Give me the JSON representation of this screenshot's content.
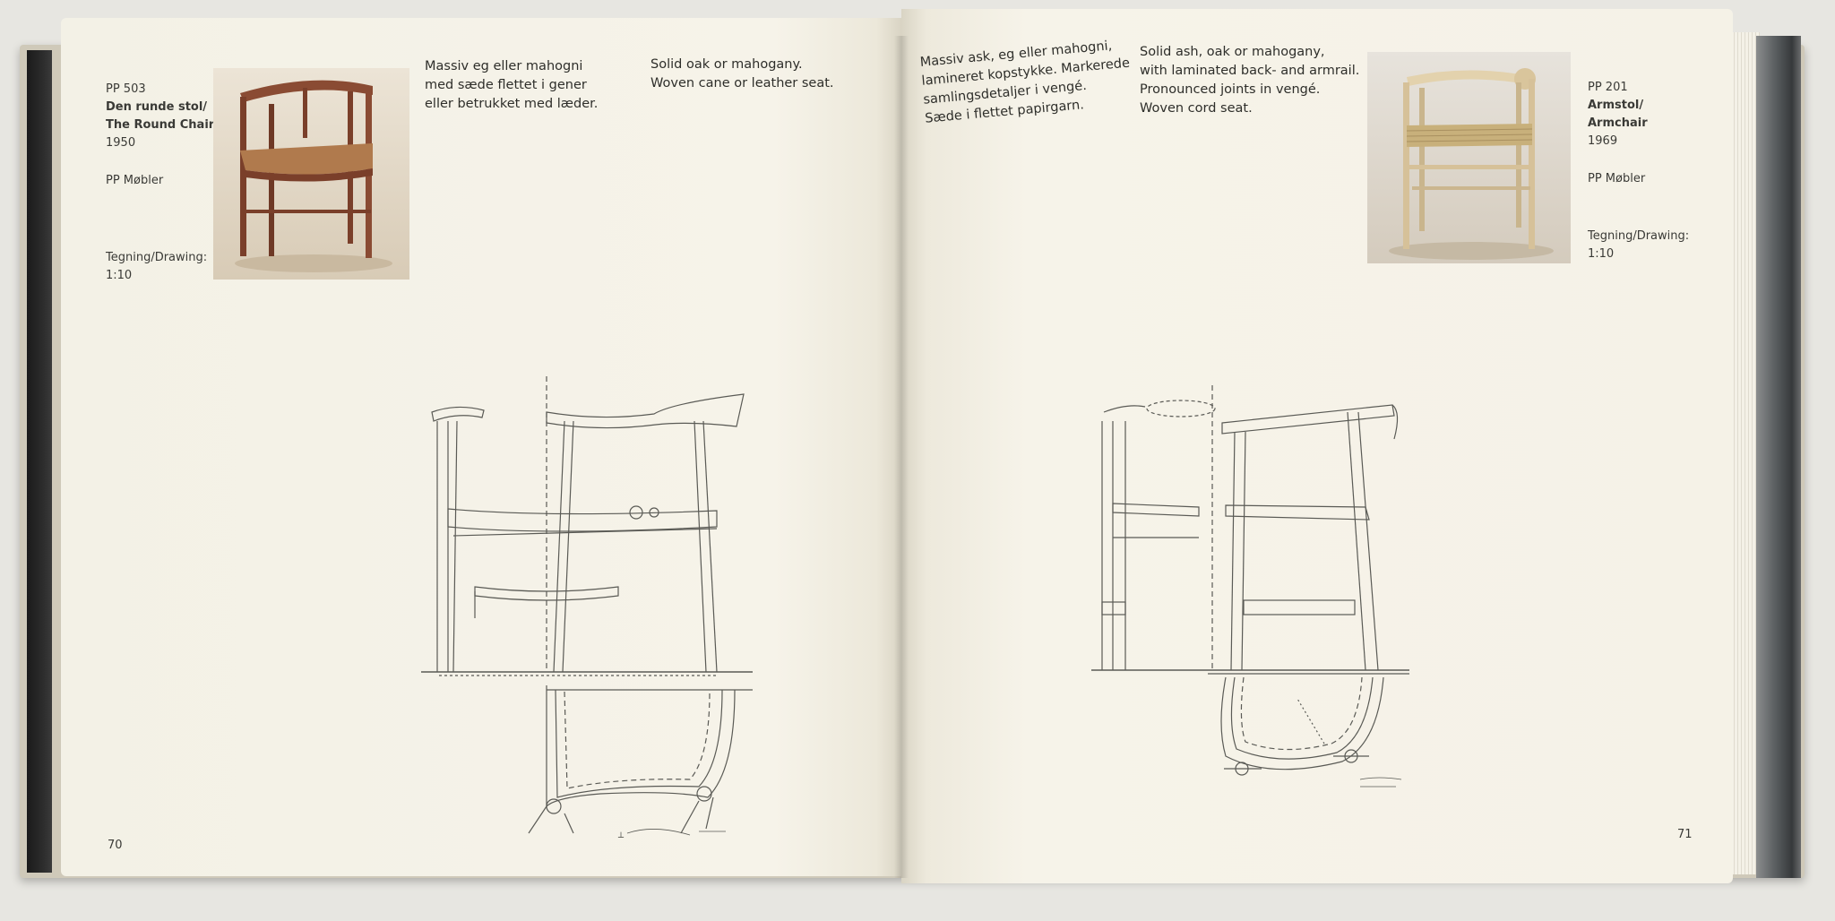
{
  "left_page": {
    "model": "PP 503",
    "title_line1": "Den runde stol/",
    "title_line2": "The Round Chair",
    "year": "1950",
    "maker": "PP Møbler",
    "drawing_label": "Tegning/Drawing:",
    "drawing_scale": "1:10",
    "desc_danish": "Massiv eg eller mahogni\nmed sæde flettet i gener\neller betrukket med læder.",
    "desc_english": "Solid oak or mahogany.\nWoven cane or leather seat.",
    "page_number": "70"
  },
  "right_page": {
    "model": "PP 201",
    "title_line1": "Armstol/",
    "title_line2": "Armchair",
    "year": "1969",
    "maker": "PP Møbler",
    "drawing_label": "Tegning/Drawing:",
    "drawing_scale": "1:10",
    "desc_danish": "Massiv ask, eg eller mahogni,\nlamineret kopstykke. Markerede\nsamlingsdetaljer i vengé.\nSæde i flettet papirgarn.",
    "desc_english": "Solid ash, oak or mahogany,\nwith laminated back- and armrail.\nPronounced joints in vengé.\nWoven cord seat.",
    "page_number": "71"
  },
  "colors": {
    "paper": "#f5f2e7",
    "ink": "#3a3a36",
    "mahogany": "#8a4b33",
    "ash": "#e6d7b5"
  }
}
